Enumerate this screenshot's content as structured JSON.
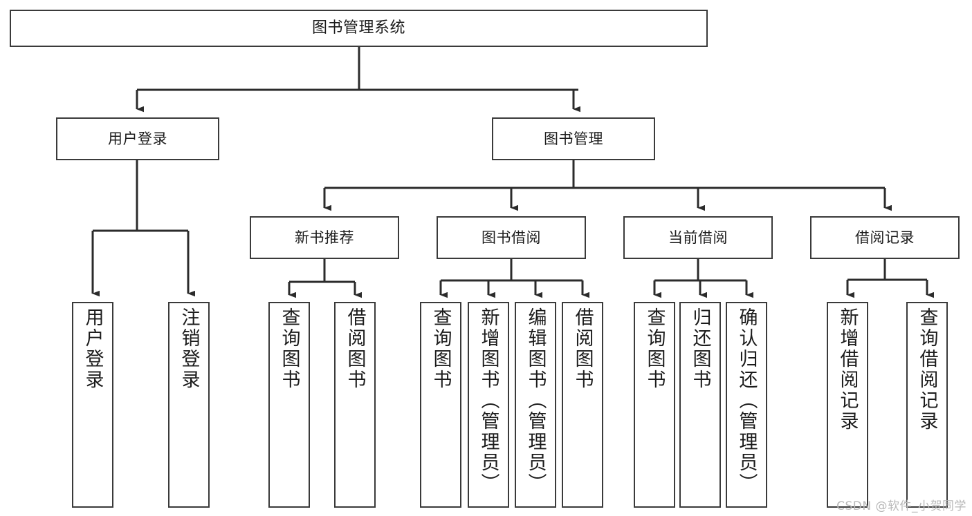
{
  "diagram": {
    "title": "图书管理系统",
    "type": "hierarchy-tree",
    "watermark": "CSDN @软件_小贺同学",
    "colors": {
      "background": "#ffffff",
      "box_border": "#3a3a3a",
      "box_fill": "#ffffff",
      "connector": "#2b2b2b",
      "text": "#1c1c1c",
      "watermark": "#b8b8b8"
    },
    "levels": {
      "root": "图书管理系统",
      "level2": [
        "用户登录",
        "图书管理"
      ],
      "level3": [
        "新书推荐",
        "图书借阅",
        "当前借阅",
        "借阅记录"
      ],
      "level4": [
        "用户登录",
        "注销登录",
        "查询图书",
        "借阅图书",
        "查询图书",
        "新增图书（管理员）",
        "编辑图书（管理员）",
        "借阅图书",
        "查询图书",
        "归还图书",
        "确认归还（管理员）",
        "新增借阅记录",
        "查询借阅记录"
      ]
    },
    "nodes": {
      "root": {
        "label": "图书管理系统"
      },
      "user_login": {
        "label": "用户登录"
      },
      "book_manage": {
        "label": "图书管理"
      },
      "new_book_rec": {
        "label": "新书推荐"
      },
      "book_borrow": {
        "label": "图书借阅"
      },
      "current_borrow": {
        "label": "当前借阅"
      },
      "borrow_record": {
        "label": "借阅记录"
      },
      "leaf_user_login": {
        "label": "用户登录"
      },
      "leaf_logout": {
        "label": "注销登录"
      },
      "leaf_query_book_a": {
        "label": "查询图书"
      },
      "leaf_borrow_book_a": {
        "label": "借阅图书"
      },
      "leaf_query_book_b": {
        "label": "查询图书"
      },
      "leaf_add_book": {
        "label": "新增图书（管理员）"
      },
      "leaf_edit_book": {
        "label": "编辑图书（管理员）"
      },
      "leaf_borrow_book_b": {
        "label": "借阅图书"
      },
      "leaf_query_book_c": {
        "label": "查询图书"
      },
      "leaf_return_book": {
        "label": "归还图书"
      },
      "leaf_confirm_return": {
        "label": "确认归还（管理员）"
      },
      "leaf_add_record": {
        "label": "新增借阅记录"
      },
      "leaf_query_record": {
        "label": "查询借阅记录"
      }
    },
    "edges": [
      {
        "from": "root",
        "to": "user_login"
      },
      {
        "from": "root",
        "to": "book_manage"
      },
      {
        "from": "user_login",
        "to": "leaf_user_login"
      },
      {
        "from": "user_login",
        "to": "leaf_logout"
      },
      {
        "from": "book_manage",
        "to": "new_book_rec"
      },
      {
        "from": "book_manage",
        "to": "book_borrow"
      },
      {
        "from": "book_manage",
        "to": "current_borrow"
      },
      {
        "from": "book_manage",
        "to": "borrow_record"
      },
      {
        "from": "new_book_rec",
        "to": "leaf_query_book_a"
      },
      {
        "from": "new_book_rec",
        "to": "leaf_borrow_book_a"
      },
      {
        "from": "book_borrow",
        "to": "leaf_query_book_b"
      },
      {
        "from": "book_borrow",
        "to": "leaf_add_book"
      },
      {
        "from": "book_borrow",
        "to": "leaf_edit_book"
      },
      {
        "from": "book_borrow",
        "to": "leaf_borrow_book_b"
      },
      {
        "from": "current_borrow",
        "to": "leaf_query_book_c"
      },
      {
        "from": "current_borrow",
        "to": "leaf_return_book"
      },
      {
        "from": "current_borrow",
        "to": "leaf_confirm_return"
      },
      {
        "from": "borrow_record",
        "to": "leaf_add_record"
      },
      {
        "from": "borrow_record",
        "to": "leaf_query_record"
      }
    ]
  }
}
